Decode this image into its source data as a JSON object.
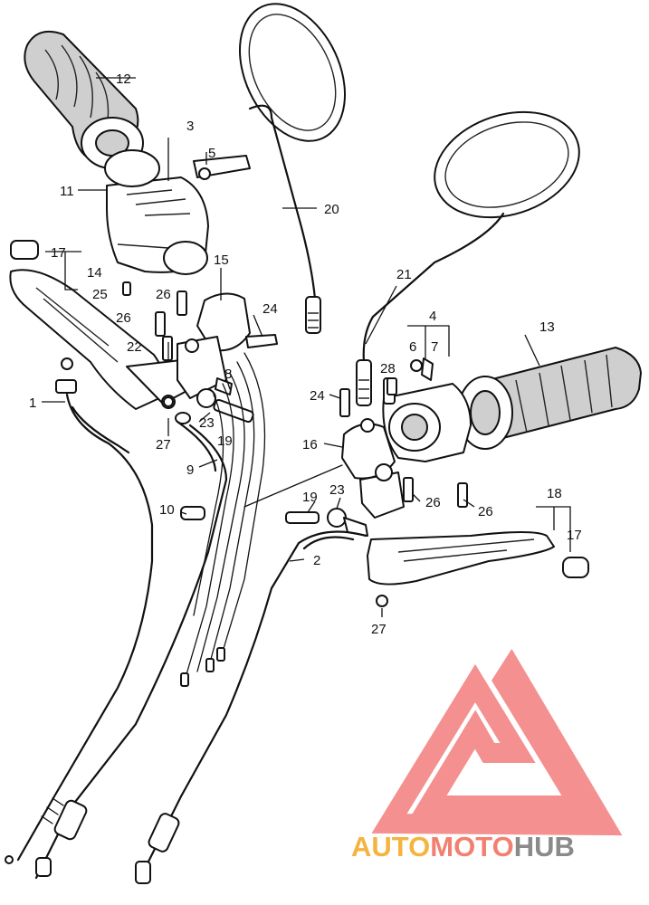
{
  "diagram": {
    "callouts": {
      "c1": "1",
      "c2": "2",
      "c3": "3",
      "c4": "4",
      "c5": "5",
      "c6": "6",
      "c7": "7",
      "c8": "8",
      "c9": "9",
      "c10": "10",
      "c11": "11",
      "c12": "12",
      "c13": "13",
      "c14": "14",
      "c15": "15",
      "c16": "16",
      "c17a": "17",
      "c17b": "17",
      "c18": "18",
      "c19a": "19",
      "c19b": "19",
      "c20": "20",
      "c21": "21",
      "c22": "22",
      "c23a": "23",
      "c23b": "23",
      "c24a": "24",
      "c24b": "24",
      "c25": "25",
      "c26a": "26",
      "c26b": "26",
      "c26c": "26",
      "c26d": "26",
      "c27a": "27",
      "c27b": "27",
      "c28": "28"
    }
  },
  "watermark": {
    "part1": "AUTO",
    "part2": "MOTO",
    "part3": "HUB",
    "colors": {
      "auto": "#f4b43f",
      "moto": "#f28070",
      "hub": "#8a8a8a",
      "mark": "#f27d7d"
    }
  }
}
